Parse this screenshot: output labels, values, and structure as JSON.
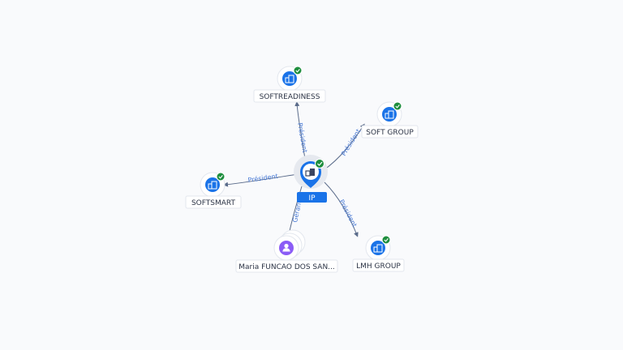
{
  "graph": {
    "center": {
      "label": "IP",
      "verified": true,
      "icon": "company-icon"
    },
    "nodes": [
      {
        "id": "softreadiness",
        "label": "SOFTREADINESS",
        "type": "company",
        "verified": true,
        "edge_label": "Président"
      },
      {
        "id": "soft-group",
        "label": "SOFT GROUP",
        "type": "company",
        "verified": true,
        "edge_label": "Président"
      },
      {
        "id": "softsmart",
        "label": "SOFTSMART",
        "type": "company",
        "verified": true,
        "edge_label": "Président"
      },
      {
        "id": "lmh-group",
        "label": "LMH GROUP",
        "type": "company",
        "verified": true,
        "edge_label": "Président"
      },
      {
        "id": "maria",
        "label": "Maria FUNCAO DOS SAN...",
        "type": "person",
        "verified": false,
        "edge_label": "Gérant"
      }
    ]
  },
  "colors": {
    "company": "#1a73e8",
    "person": "#8b5cf6",
    "verified": "#1e8e3e",
    "edge": "#5a6b8a",
    "edge_label": "#4a7bd6"
  }
}
